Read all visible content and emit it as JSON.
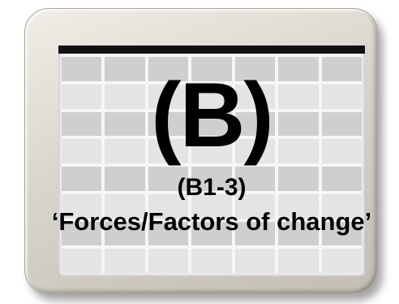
{
  "panel": {
    "heading": "(B)",
    "code": "(B1-3)",
    "subtitle": "‘Forces/Factors of change’"
  },
  "colors": {
    "frame": "#d8d5cc",
    "screen": "#f6f6f6",
    "cell_light": "#e4e4e4",
    "cell_dark": "#cfcfcf",
    "text": "#000000"
  }
}
